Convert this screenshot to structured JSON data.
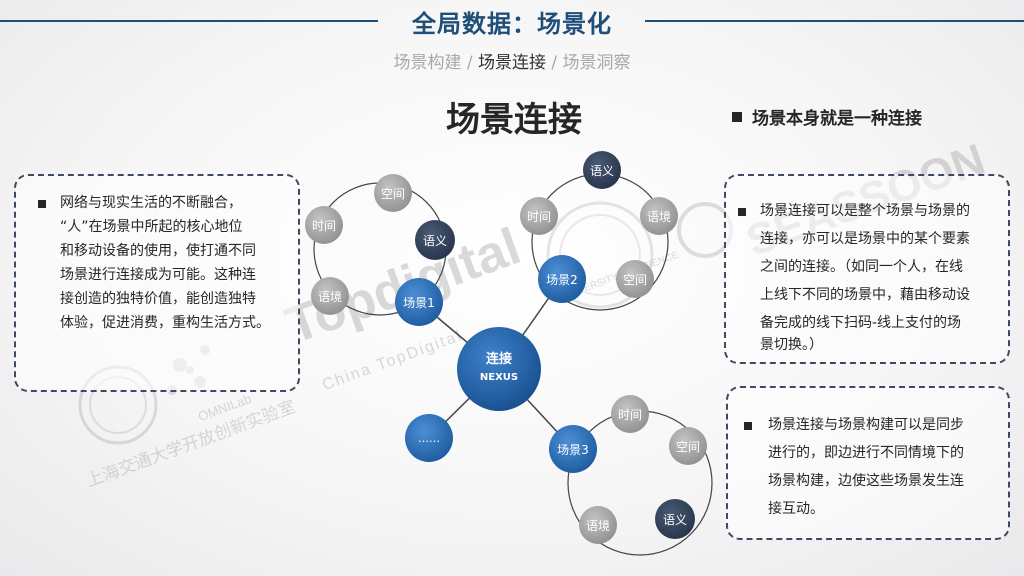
{
  "header": {
    "title": "全局数据：场景化",
    "breadcrumb": {
      "item1": "场景构建",
      "sep1": " / ",
      "current": "场景连接",
      "sep2": " / ",
      "item3": "场景洞察"
    }
  },
  "main_title": "场景连接",
  "side_heading": "场景本身就是一种连接",
  "left_box": {
    "lines": [
      "网络与现实生活的不断融合，",
      "“人”在场景中所起的核心地位",
      "和移动设备的使用，使打通不同",
      "场景进行连接成为可能。这种连",
      "接创造的独特价值，能创造独特",
      "体验，促进消费，重构生活方式。"
    ]
  },
  "right_box_1": {
    "lines": [
      "场景连接可以是整个场景与场景的",
      "连接，亦可以是场景中的某个要素",
      "之间的连接。（如同一个人，在线",
      "上线下不同的场景中，藉由移动设",
      "备完成的线下扫码-线上支付的场",
      "景切换。）"
    ]
  },
  "right_box_2": {
    "lines": [
      "场景连接与场景构建可以是同步",
      "进行的，即边进行不同情境下的",
      "场景构建，边使这些场景发生连",
      "接互动。"
    ]
  },
  "diagram": {
    "center": {
      "label": "连接",
      "sublabel": "NEXUS"
    },
    "more": {
      "label": "……"
    },
    "scene1": {
      "label": "场景1",
      "time": "时间",
      "space": "空间",
      "semantic": "语义",
      "context": "语境"
    },
    "scene2": {
      "label": "场景2",
      "time": "时间",
      "space": "空间",
      "semantic": "语义",
      "context": "语境"
    },
    "scene3": {
      "label": "场景3",
      "time": "时间",
      "space": "空间",
      "semantic": "语义",
      "context": "语境"
    }
  },
  "watermarks": {
    "topdigital": "Topdigital",
    "topdigital_sub": "China TopDigital",
    "seasoon": "SEASSOON",
    "omnilab": "OMNILab",
    "sjtu": "上海交通大学开放创新实验室",
    "usst": "UNIVERSITY OF SCIENCE"
  },
  "colors": {
    "brand": "#1f4e79",
    "node_dark": "#2e3d55",
    "node_grey": "#9a9a9a",
    "node_blue": "#2e6db0"
  }
}
